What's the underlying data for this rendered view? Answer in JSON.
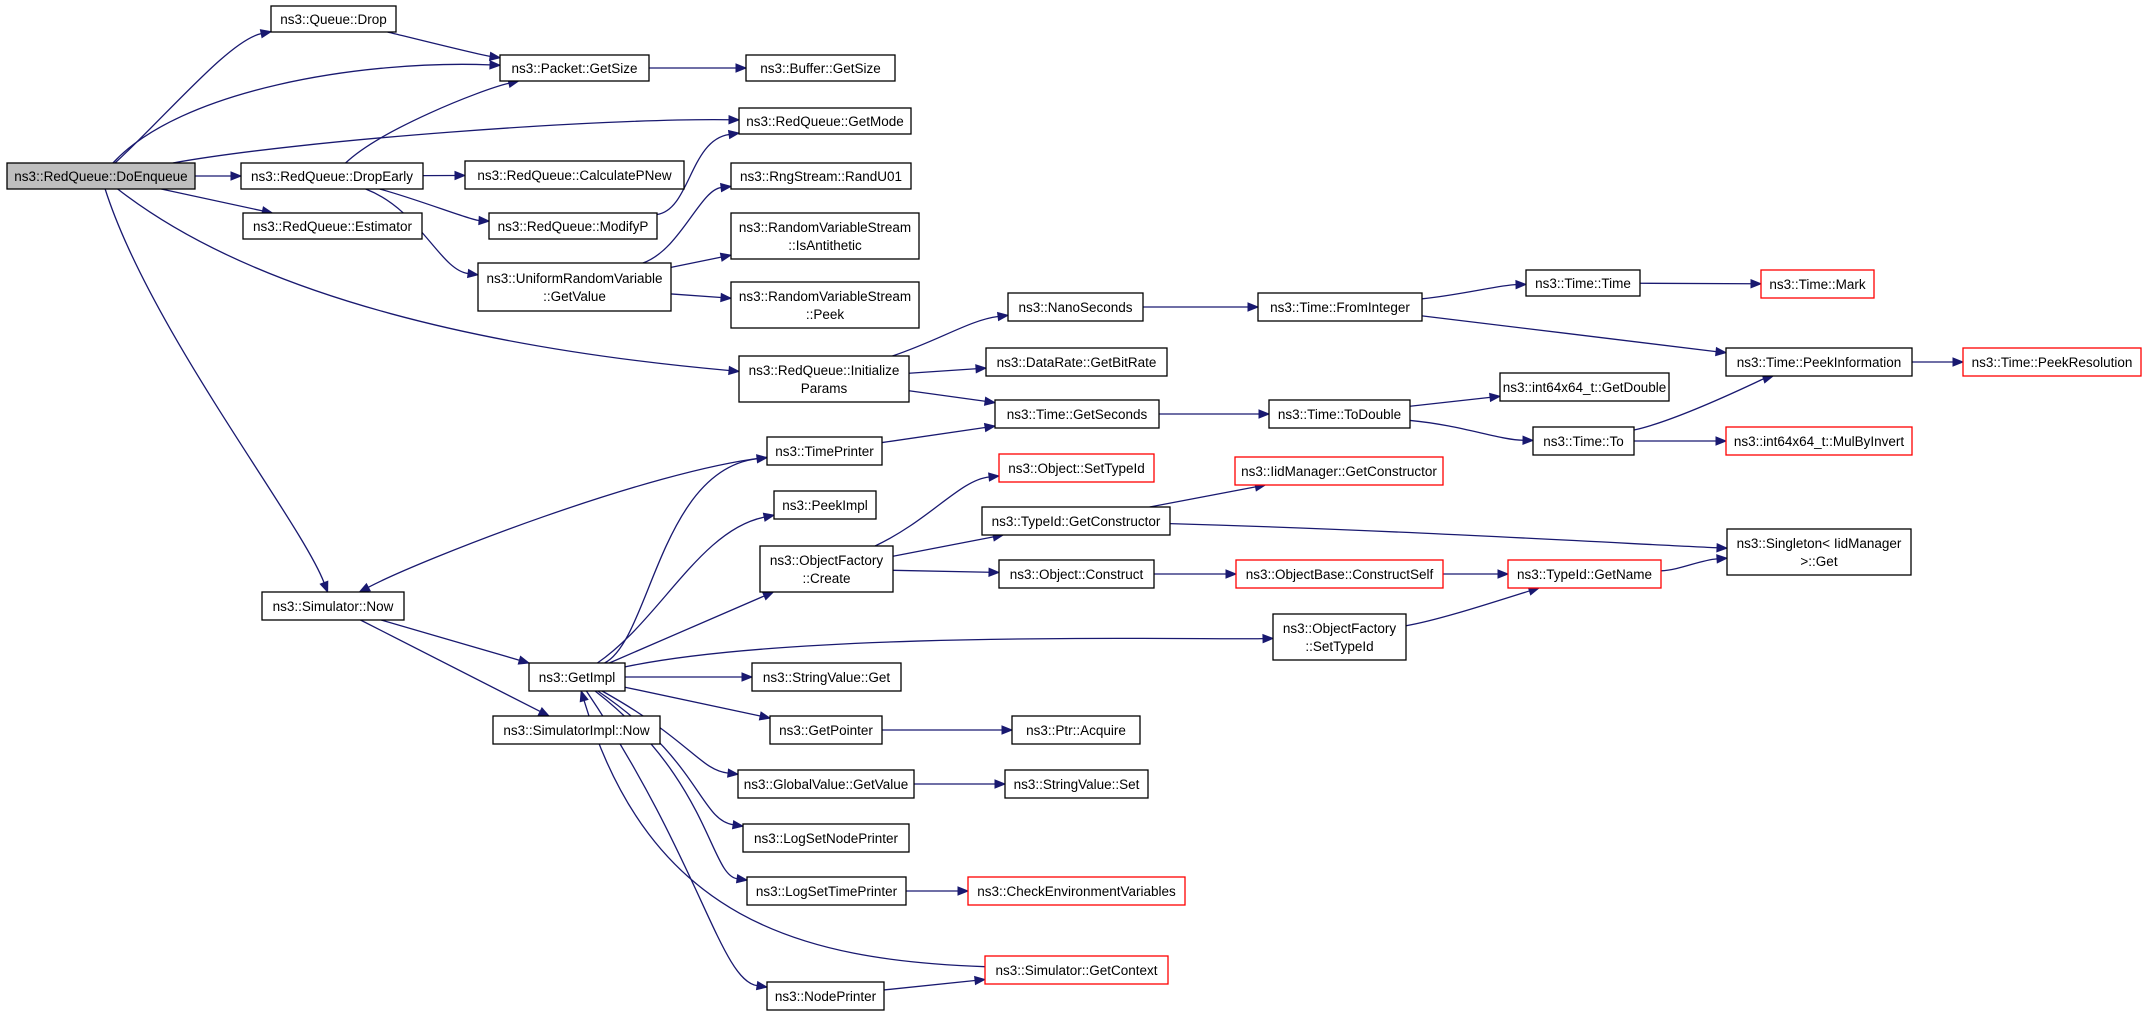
{
  "graph": {
    "nodes": [
      {
        "id": "doenqueue",
        "lines": [
          "ns3::RedQueue::DoEnqueue"
        ],
        "style": "root"
      },
      {
        "id": "queue_drop",
        "lines": [
          "ns3::Queue::Drop"
        ],
        "style": "normal"
      },
      {
        "id": "packet_getsize",
        "lines": [
          "ns3::Packet::GetSize"
        ],
        "style": "normal"
      },
      {
        "id": "buffer_getsize",
        "lines": [
          "ns3::Buffer::GetSize"
        ],
        "style": "normal"
      },
      {
        "id": "getmode",
        "lines": [
          "ns3::RedQueue::GetMode"
        ],
        "style": "normal"
      },
      {
        "id": "dropearly",
        "lines": [
          "ns3::RedQueue::DropEarly"
        ],
        "style": "normal"
      },
      {
        "id": "calcpnew",
        "lines": [
          "ns3::RedQueue::CalculatePNew"
        ],
        "style": "normal"
      },
      {
        "id": "randu01",
        "lines": [
          "ns3::RngStream::RandU01"
        ],
        "style": "normal"
      },
      {
        "id": "modifyp",
        "lines": [
          "ns3::RedQueue::ModifyP"
        ],
        "style": "normal"
      },
      {
        "id": "estimator",
        "lines": [
          "ns3::RedQueue::Estimator"
        ],
        "style": "normal"
      },
      {
        "id": "isantithetic",
        "lines": [
          "ns3::RandomVariableStream",
          "::IsAntithetic"
        ],
        "style": "normal"
      },
      {
        "id": "urv_getvalue",
        "lines": [
          "ns3::UniformRandomVariable",
          "::GetValue"
        ],
        "style": "normal"
      },
      {
        "id": "rvs_peek",
        "lines": [
          "ns3::RandomVariableStream",
          "::Peek"
        ],
        "style": "normal"
      },
      {
        "id": "nanoseconds",
        "lines": [
          "ns3::NanoSeconds"
        ],
        "style": "normal"
      },
      {
        "id": "frominteger",
        "lines": [
          "ns3::Time::FromInteger"
        ],
        "style": "normal"
      },
      {
        "id": "time_time",
        "lines": [
          "ns3::Time::Time"
        ],
        "style": "normal"
      },
      {
        "id": "time_mark",
        "lines": [
          "ns3::Time::Mark"
        ],
        "style": "trunc"
      },
      {
        "id": "initparams",
        "lines": [
          "ns3::RedQueue::Initialize",
          "Params"
        ],
        "style": "normal"
      },
      {
        "id": "getbitrate",
        "lines": [
          "ns3::DataRate::GetBitRate"
        ],
        "style": "normal"
      },
      {
        "id": "peekinfo",
        "lines": [
          "ns3::Time::PeekInformation"
        ],
        "style": "normal"
      },
      {
        "id": "peekres",
        "lines": [
          "ns3::Time::PeekResolution"
        ],
        "style": "trunc"
      },
      {
        "id": "getseconds",
        "lines": [
          "ns3::Time::GetSeconds"
        ],
        "style": "normal"
      },
      {
        "id": "todouble",
        "lines": [
          "ns3::Time::ToDouble"
        ],
        "style": "normal"
      },
      {
        "id": "getdouble",
        "lines": [
          "ns3::int64x64_t::GetDouble"
        ],
        "style": "normal"
      },
      {
        "id": "timeprinter",
        "lines": [
          "ns3::TimePrinter"
        ],
        "style": "normal"
      },
      {
        "id": "time_to",
        "lines": [
          "ns3::Time::To"
        ],
        "style": "normal"
      },
      {
        "id": "mulbyinvert",
        "lines": [
          "ns3::int64x64_t::MulByInvert"
        ],
        "style": "trunc"
      },
      {
        "id": "settypeid",
        "lines": [
          "ns3::Object::SetTypeId"
        ],
        "style": "trunc"
      },
      {
        "id": "iid_getctor",
        "lines": [
          "ns3::IidManager::GetConstructor"
        ],
        "style": "trunc"
      },
      {
        "id": "peekimpl",
        "lines": [
          "ns3::PeekImpl"
        ],
        "style": "normal"
      },
      {
        "id": "typeid_getctor",
        "lines": [
          "ns3::TypeId::GetConstructor"
        ],
        "style": "normal"
      },
      {
        "id": "singleton_get",
        "lines": [
          "ns3::Singleton< IidManager",
          " >::Get"
        ],
        "style": "normal"
      },
      {
        "id": "of_create",
        "lines": [
          "ns3::ObjectFactory",
          "::Create"
        ],
        "style": "normal"
      },
      {
        "id": "obj_construct",
        "lines": [
          "ns3::Object::Construct"
        ],
        "style": "normal"
      },
      {
        "id": "constructself",
        "lines": [
          "ns3::ObjectBase::ConstructSelf"
        ],
        "style": "trunc"
      },
      {
        "id": "typeid_getname",
        "lines": [
          "ns3::TypeId::GetName"
        ],
        "style": "trunc"
      },
      {
        "id": "sim_now",
        "lines": [
          "ns3::Simulator::Now"
        ],
        "style": "normal"
      },
      {
        "id": "of_settypeid",
        "lines": [
          "ns3::ObjectFactory",
          "::SetTypeId"
        ],
        "style": "normal"
      },
      {
        "id": "getimpl",
        "lines": [
          "ns3::GetImpl"
        ],
        "style": "normal"
      },
      {
        "id": "sv_get",
        "lines": [
          "ns3::StringValue::Get"
        ],
        "style": "normal"
      },
      {
        "id": "simimpl_now",
        "lines": [
          "ns3::SimulatorImpl::Now"
        ],
        "style": "normal"
      },
      {
        "id": "getpointer",
        "lines": [
          "ns3::GetPointer"
        ],
        "style": "normal"
      },
      {
        "id": "ptr_acquire",
        "lines": [
          "ns3::Ptr::Acquire"
        ],
        "style": "normal"
      },
      {
        "id": "gv_getvalue",
        "lines": [
          "ns3::GlobalValue::GetValue"
        ],
        "style": "normal"
      },
      {
        "id": "sv_set",
        "lines": [
          "ns3::StringValue::Set"
        ],
        "style": "normal"
      },
      {
        "id": "logsetnodeprinter",
        "lines": [
          "ns3::LogSetNodePrinter"
        ],
        "style": "normal"
      },
      {
        "id": "logsettimeprinter",
        "lines": [
          "ns3::LogSetTimePrinter"
        ],
        "style": "normal"
      },
      {
        "id": "checkenv",
        "lines": [
          "ns3::CheckEnvironmentVariables"
        ],
        "style": "trunc"
      },
      {
        "id": "sim_getcontext",
        "lines": [
          "ns3::Simulator::GetContext"
        ],
        "style": "trunc"
      },
      {
        "id": "nodeprinter",
        "lines": [
          "ns3::NodePrinter"
        ],
        "style": "normal"
      }
    ],
    "edges": [
      [
        "doenqueue",
        "queue_drop"
      ],
      [
        "doenqueue",
        "packet_getsize"
      ],
      [
        "doenqueue",
        "getmode"
      ],
      [
        "doenqueue",
        "dropearly"
      ],
      [
        "doenqueue",
        "estimator"
      ],
      [
        "doenqueue",
        "initparams"
      ],
      [
        "doenqueue",
        "sim_now"
      ],
      [
        "queue_drop",
        "packet_getsize"
      ],
      [
        "packet_getsize",
        "buffer_getsize"
      ],
      [
        "dropearly",
        "packet_getsize"
      ],
      [
        "dropearly",
        "calcpnew"
      ],
      [
        "dropearly",
        "modifyp"
      ],
      [
        "dropearly",
        "urv_getvalue"
      ],
      [
        "modifyp",
        "getmode"
      ],
      [
        "urv_getvalue",
        "randu01"
      ],
      [
        "urv_getvalue",
        "isantithetic"
      ],
      [
        "urv_getvalue",
        "rvs_peek"
      ],
      [
        "initparams",
        "nanoseconds"
      ],
      [
        "initparams",
        "getbitrate"
      ],
      [
        "initparams",
        "getseconds"
      ],
      [
        "nanoseconds",
        "frominteger"
      ],
      [
        "frominteger",
        "time_time"
      ],
      [
        "frominteger",
        "peekinfo"
      ],
      [
        "time_time",
        "time_mark"
      ],
      [
        "peekinfo",
        "peekres"
      ],
      [
        "getseconds",
        "todouble"
      ],
      [
        "todouble",
        "getdouble"
      ],
      [
        "todouble",
        "time_to"
      ],
      [
        "time_to",
        "peekinfo"
      ],
      [
        "time_to",
        "mulbyinvert"
      ],
      [
        "timeprinter",
        "getseconds"
      ],
      [
        "timeprinter",
        "sim_now"
      ],
      [
        "sim_now",
        "getimpl"
      ],
      [
        "sim_now",
        "simimpl_now"
      ],
      [
        "getimpl",
        "timeprinter"
      ],
      [
        "getimpl",
        "peekimpl"
      ],
      [
        "getimpl",
        "of_create"
      ],
      [
        "getimpl",
        "of_settypeid"
      ],
      [
        "getimpl",
        "sv_get"
      ],
      [
        "getimpl",
        "getpointer"
      ],
      [
        "getimpl",
        "gv_getvalue"
      ],
      [
        "getimpl",
        "logsetnodeprinter"
      ],
      [
        "getimpl",
        "logsettimeprinter"
      ],
      [
        "getimpl",
        "nodeprinter"
      ],
      [
        "sim_getcontext",
        "getimpl"
      ],
      [
        "of_create",
        "settypeid"
      ],
      [
        "of_create",
        "typeid_getctor"
      ],
      [
        "of_create",
        "obj_construct"
      ],
      [
        "typeid_getctor",
        "iid_getctor"
      ],
      [
        "typeid_getctor",
        "singleton_get"
      ],
      [
        "obj_construct",
        "constructself"
      ],
      [
        "constructself",
        "typeid_getname"
      ],
      [
        "typeid_getname",
        "singleton_get"
      ],
      [
        "of_settypeid",
        "typeid_getname"
      ],
      [
        "getpointer",
        "ptr_acquire"
      ],
      [
        "gv_getvalue",
        "sv_set"
      ],
      [
        "logsettimeprinter",
        "checkenv"
      ],
      [
        "nodeprinter",
        "sim_getcontext"
      ]
    ]
  }
}
